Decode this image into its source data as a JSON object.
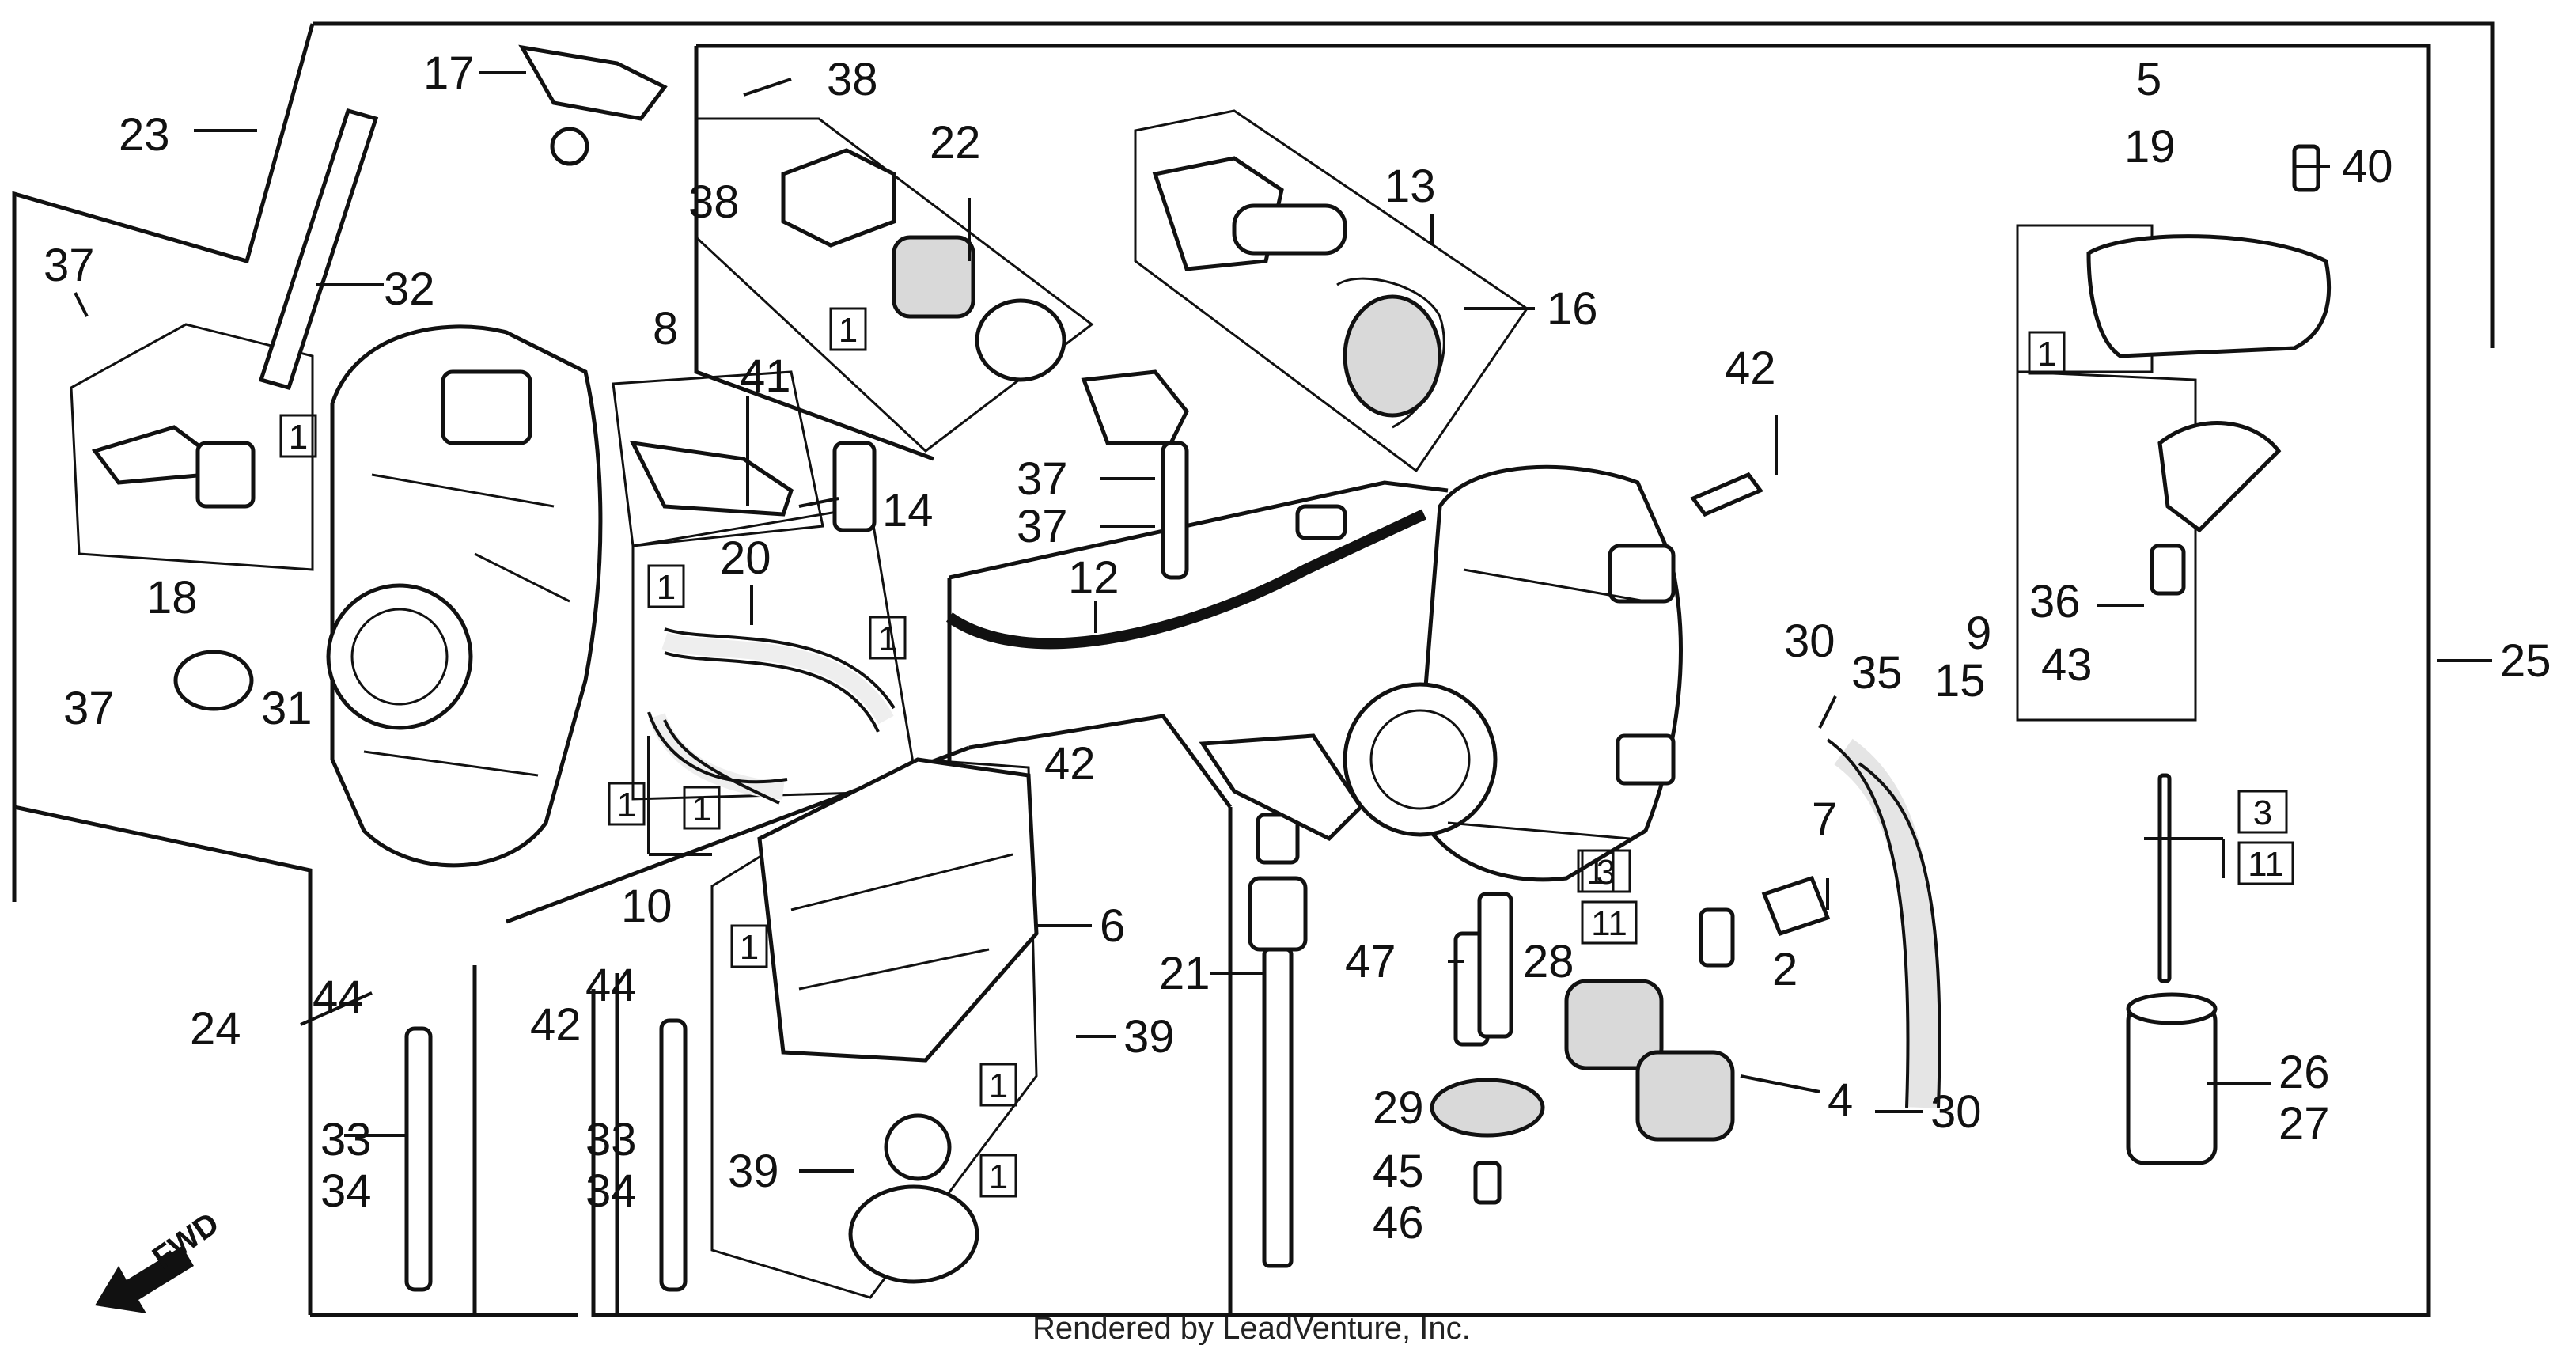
{
  "callouts": [
    {
      "id": "c17",
      "text": "17"
    },
    {
      "id": "c23",
      "text": "23"
    },
    {
      "id": "c32",
      "text": "32"
    },
    {
      "id": "c37a",
      "text": "37"
    },
    {
      "id": "c8",
      "text": "8"
    },
    {
      "id": "c41",
      "text": "41"
    },
    {
      "id": "c14",
      "text": "14"
    },
    {
      "id": "c18",
      "text": "18"
    },
    {
      "id": "c20",
      "text": "20"
    },
    {
      "id": "c37b",
      "text": "37"
    },
    {
      "id": "c31",
      "text": "31"
    },
    {
      "id": "c10",
      "text": "10"
    },
    {
      "id": "c38a",
      "text": "38"
    },
    {
      "id": "c38b",
      "text": "38"
    },
    {
      "id": "c22",
      "text": "22"
    },
    {
      "id": "c13",
      "text": "13"
    },
    {
      "id": "c16",
      "text": "16"
    },
    {
      "id": "c37c",
      "text": "37"
    },
    {
      "id": "c37d",
      "text": "37"
    },
    {
      "id": "c12",
      "text": "12"
    },
    {
      "id": "c42a",
      "text": "42"
    },
    {
      "id": "c5",
      "text": "5"
    },
    {
      "id": "c19",
      "text": "19"
    },
    {
      "id": "c40",
      "text": "40"
    },
    {
      "id": "c36",
      "text": "36"
    },
    {
      "id": "c9",
      "text": "9"
    },
    {
      "id": "c15",
      "text": "15"
    },
    {
      "id": "c43",
      "text": "43"
    },
    {
      "id": "c25",
      "text": "25"
    },
    {
      "id": "c30a",
      "text": "30"
    },
    {
      "id": "c35",
      "text": "35"
    },
    {
      "id": "c7",
      "text": "7"
    },
    {
      "id": "c2",
      "text": "2"
    },
    {
      "id": "c4",
      "text": "4"
    },
    {
      "id": "c30b",
      "text": "30"
    },
    {
      "id": "c26",
      "text": "26"
    },
    {
      "id": "c27",
      "text": "27"
    },
    {
      "id": "c42b",
      "text": "42"
    },
    {
      "id": "c6",
      "text": "6"
    },
    {
      "id": "c21",
      "text": "21"
    },
    {
      "id": "c47",
      "text": "47"
    },
    {
      "id": "c28",
      "text": "28"
    },
    {
      "id": "c29",
      "text": "29"
    },
    {
      "id": "c45",
      "text": "45"
    },
    {
      "id": "c46",
      "text": "46"
    },
    {
      "id": "c24",
      "text": "24"
    },
    {
      "id": "c44a",
      "text": "44"
    },
    {
      "id": "c33a",
      "text": "33"
    },
    {
      "id": "c34a",
      "text": "34"
    },
    {
      "id": "c42c",
      "text": "42"
    },
    {
      "id": "c44b",
      "text": "44"
    },
    {
      "id": "c33b",
      "text": "33"
    },
    {
      "id": "c34b",
      "text": "34"
    },
    {
      "id": "c39a",
      "text": "39"
    },
    {
      "id": "c39b",
      "text": "39"
    }
  ],
  "kit_boxes": [
    {
      "id": "b1",
      "text": "1"
    },
    {
      "id": "b2",
      "text": "1"
    },
    {
      "id": "b3",
      "text": "1"
    },
    {
      "id": "b4",
      "text": "1"
    },
    {
      "id": "b5",
      "text": "1"
    },
    {
      "id": "b6",
      "text": "1"
    },
    {
      "id": "b7",
      "text": "1"
    },
    {
      "id": "b8",
      "text": "1"
    },
    {
      "id": "b9",
      "text": "1"
    },
    {
      "id": "b10",
      "text": "1"
    },
    {
      "id": "b11",
      "text": "1"
    },
    {
      "id": "b12",
      "text": "3"
    },
    {
      "id": "b13",
      "text": "11"
    },
    {
      "id": "b14",
      "text": "3"
    },
    {
      "id": "b15",
      "text": "11"
    }
  ],
  "direction": {
    "label": "FWD"
  },
  "credit": "Rendered by LeadVenture, Inc."
}
